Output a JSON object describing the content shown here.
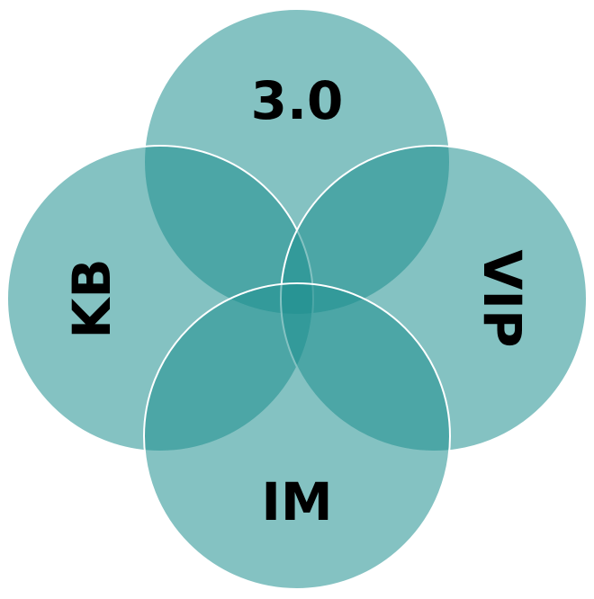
{
  "diagram": {
    "type": "four-circle-venn",
    "circles": [
      {
        "id": "top",
        "label": "3.0"
      },
      {
        "id": "left",
        "label": "KB"
      },
      {
        "id": "right",
        "label": "VIP"
      },
      {
        "id": "bottom",
        "label": "IM"
      }
    ],
    "colors": {
      "fill": "#1f9090",
      "stroke": "#ffffff"
    }
  }
}
